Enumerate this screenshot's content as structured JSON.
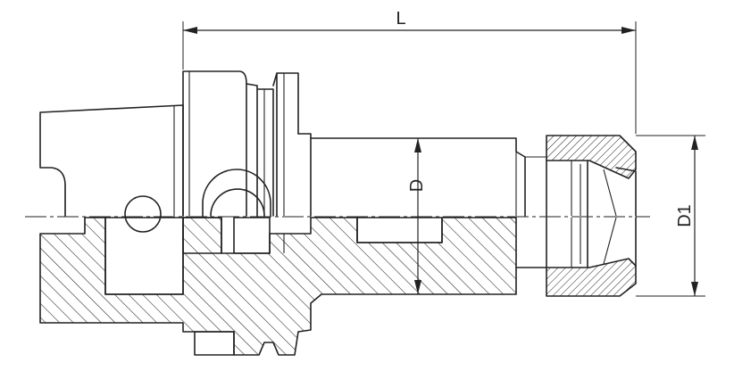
{
  "labels": {
    "length": "L",
    "bore_diameter": "D",
    "nut_diameter": "D1"
  }
}
